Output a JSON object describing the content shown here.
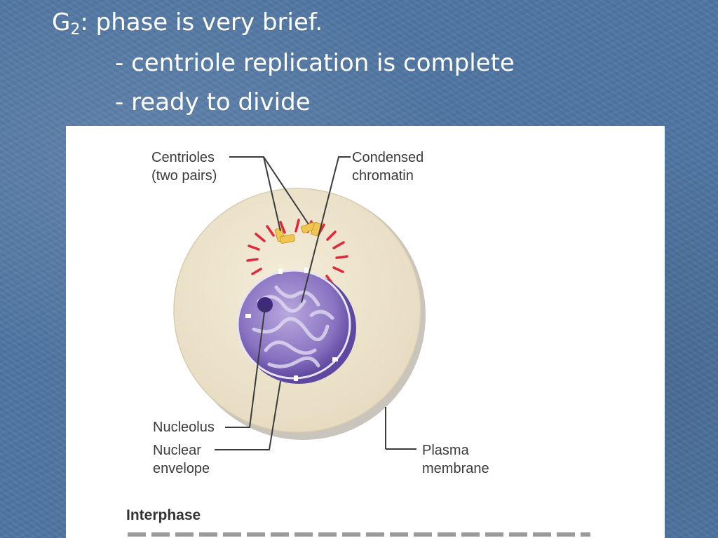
{
  "slide": {
    "line1_prefix": "G",
    "line1_subscript": "2",
    "line1_rest": ":  phase is very brief.",
    "line2": "- centriole replication is complete",
    "line3": "- ready to divide"
  },
  "figure": {
    "labels": {
      "centrioles_line1": "Centrioles",
      "centrioles_line2": "(two pairs)",
      "condensed_line1": "Condensed",
      "condensed_line2": "chromatin",
      "nucleolus": "Nucleolus",
      "nuclear_line1": "Nuclear",
      "nuclear_line2": "envelope",
      "plasma_line1": "Plasma",
      "plasma_line2": "membrane"
    },
    "caption_title": "Interphase"
  },
  "colors": {
    "background": "#4f76a3",
    "cytoplasm": "#efe4cc",
    "nucleus": "#7a63b5",
    "chromatin": "#5a3f9c",
    "centriole": "#f0c552",
    "aster": "#e0283c"
  }
}
